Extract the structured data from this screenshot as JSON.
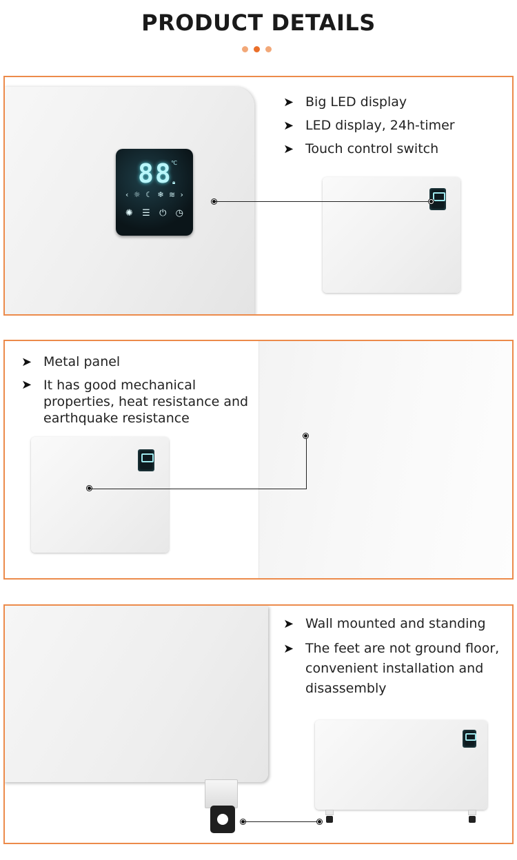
{
  "header": {
    "title": "PRODUCT DETAILS"
  },
  "colors": {
    "accent": "#ea6f2a",
    "accent_light": "#f2a878",
    "panel_border": "#ec8a4a"
  },
  "section1": {
    "bullets": [
      "Big LED display",
      "LED display, 24h-timer",
      "Touch control switch"
    ],
    "display": {
      "digits": "88",
      "unit": "℃"
    }
  },
  "section2": {
    "bullets": [
      "Metal panel",
      "It has good mechanical properties, heat resistance and earthquake resistance"
    ]
  },
  "section3": {
    "bullets": [
      "Wall mounted and standing",
      "The feet are not ground floor, convenient installation and disassembly"
    ]
  },
  "icons": {
    "bullet_arrow": "arrow-right-icon"
  }
}
